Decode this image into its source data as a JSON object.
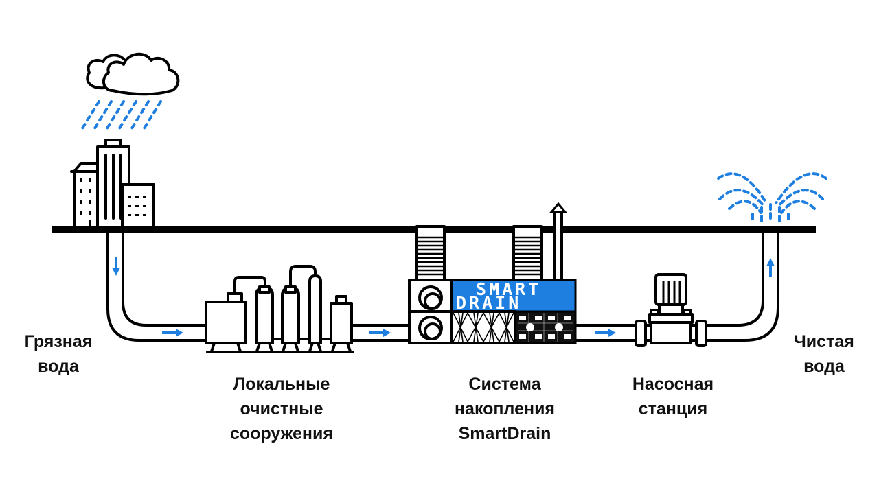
{
  "diagram": {
    "title": "Схема очистки и накопления ливневых стоков SmartDrain",
    "accent_color": "#1e7fe0",
    "ink_color": "#000000",
    "brand_panel": {
      "line1": "SMART",
      "line2": "DRAIN",
      "color": "#1e7fe0"
    },
    "stages": [
      {
        "id": "dirty",
        "lines": [
          "Грязная",
          "вода"
        ]
      },
      {
        "id": "treatment",
        "lines": [
          "Локальные",
          "очистные",
          "сооружения"
        ]
      },
      {
        "id": "storage",
        "lines": [
          "Система",
          "накопления",
          "SmartDrain"
        ]
      },
      {
        "id": "pump",
        "lines": [
          "Насосная",
          "станция"
        ]
      },
      {
        "id": "clean",
        "lines": [
          "Чистая",
          "вода"
        ]
      }
    ],
    "icons": [
      "rain-cloud-icon",
      "city-buildings-icon",
      "treatment-tanks-icon",
      "smartdrain-module-icon",
      "pump-icon",
      "fountain-icon",
      "flow-arrow-icon"
    ],
    "flow_direction": [
      "down",
      "right",
      "right",
      "right",
      "up"
    ]
  }
}
